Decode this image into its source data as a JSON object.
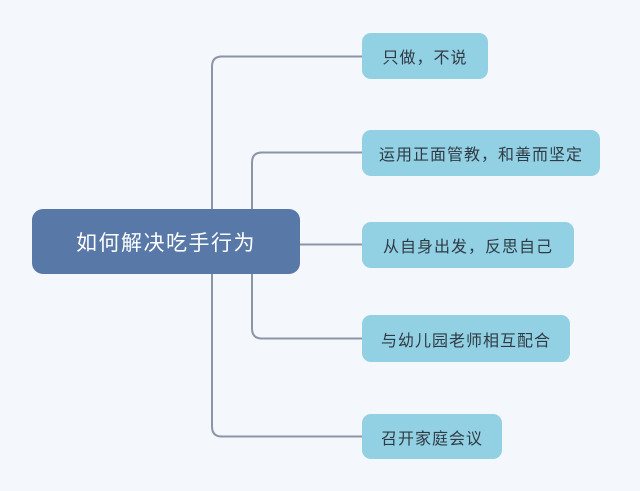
{
  "diagram": {
    "type": "mind-map",
    "title": "如何解决吃手行为",
    "background_color": "#f4f7fc",
    "connector_color": "#8b95a8",
    "root": {
      "label": "如何解决吃手行为",
      "fill_color": "#5878a8",
      "text_color": "#ffffff"
    },
    "branches": [
      {
        "label": "只做，不说",
        "fill_color": "#92d0e3",
        "text_color": "#2f3b44"
      },
      {
        "label": "运用正面管教，和善而坚定",
        "fill_color": "#92d0e3",
        "text_color": "#2f3b44"
      },
      {
        "label": "从自身出发，反思自己",
        "fill_color": "#92d0e3",
        "text_color": "#2f3b44"
      },
      {
        "label": "与幼儿园老师相互配合",
        "fill_color": "#92d0e3",
        "text_color": "#2f3b44"
      },
      {
        "label": "召开家庭会议",
        "fill_color": "#92d0e3",
        "text_color": "#2f3b44"
      }
    ]
  }
}
